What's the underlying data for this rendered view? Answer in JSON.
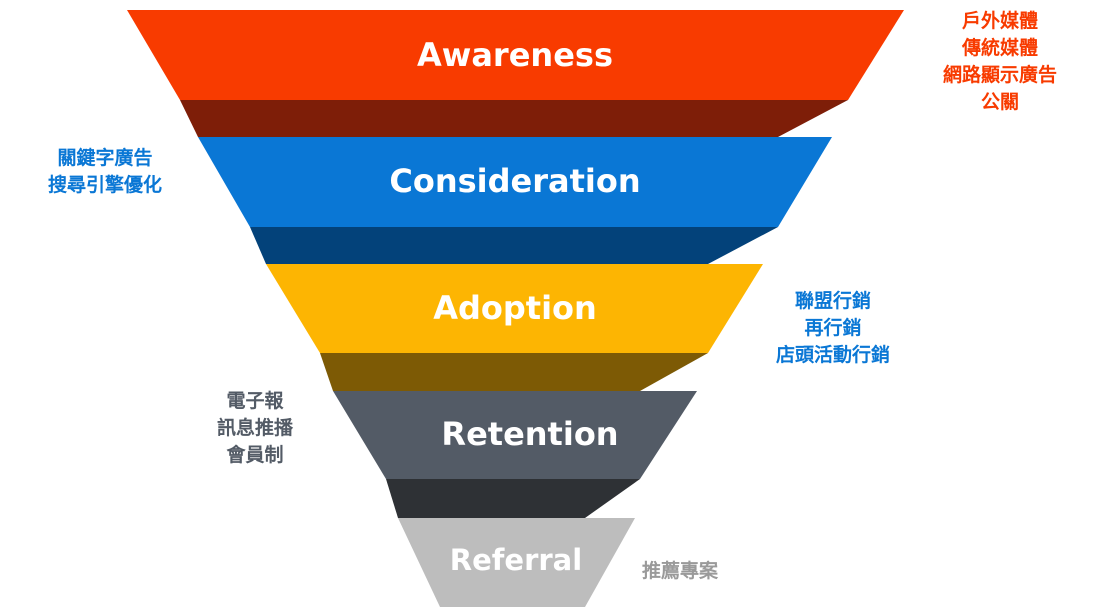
{
  "stages": [
    {
      "label": "Awareness",
      "color": "#F83B00",
      "connector_color": "#7E1E08"
    },
    {
      "label": "Consideration",
      "color": "#0A77D5",
      "connector_color": "#03427A"
    },
    {
      "label": "Adoption",
      "color": "#FDB502",
      "connector_color": "#7D5A05"
    },
    {
      "label": "Retention",
      "color": "#535B66",
      "connector_color": "#2E3135"
    },
    {
      "label": "Referral",
      "color": "#BDBDBD"
    }
  ],
  "notes": {
    "awareness": {
      "color": "#F83B00",
      "lines": [
        "戶外媒體",
        "傳統媒體",
        "網路顯示廣告",
        "公關"
      ]
    },
    "consideration": {
      "color": "#0A77D5",
      "lines": [
        "關鍵字廣告",
        "搜尋引擎優化"
      ]
    },
    "adoption": {
      "color": "#0A77D5",
      "lines": [
        "聯盟行銷",
        "再行銷",
        "店頭活動行銷"
      ]
    },
    "retention": {
      "color": "#535B66",
      "lines": [
        "電子報",
        "訊息推播",
        "會員制"
      ]
    },
    "referral": {
      "color": "#9A9A9A",
      "lines": [
        "推薦專案"
      ]
    }
  }
}
